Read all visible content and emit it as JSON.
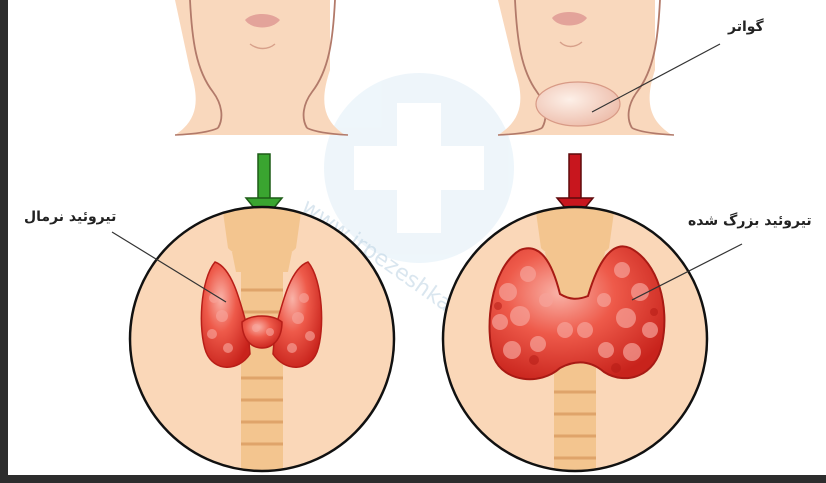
{
  "labels": {
    "goiter": "گواتر",
    "normal_thyroid": "تیروئید نرمال",
    "enlarged_thyroid": "تیروئید بزرگ شده"
  },
  "watermark": {
    "text": "www.irpezeshkan.com"
  },
  "colors": {
    "skin": "#f9d8bd",
    "skin_line": "#b27a6a",
    "lips": "#e3a39a",
    "circle_fill": "#fad7b8",
    "thyroid": "#e5392f",
    "thyroid_highlight": "#f7a39a",
    "trachea": "#f3c58f",
    "arrow_normal": "#3aa530",
    "arrow_enlarged": "#c8161e",
    "goiter_bulge": "#f3c9b9",
    "background": "#ffffff",
    "frame": "#2d2d2d"
  }
}
